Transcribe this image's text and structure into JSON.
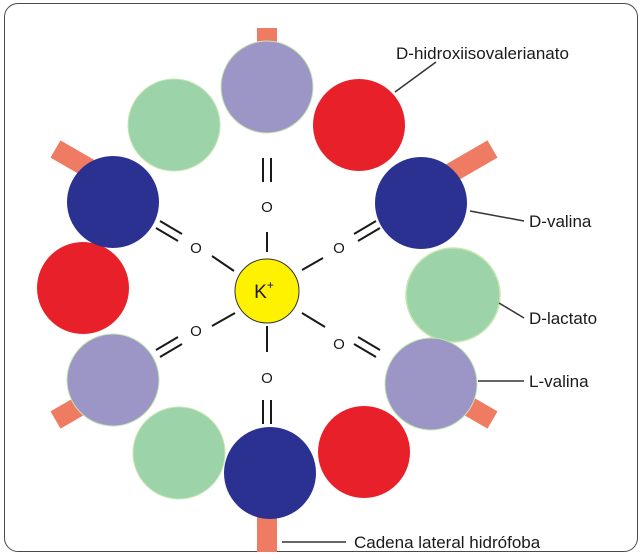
{
  "colors": {
    "red_unit": "#e8202a",
    "navy_unit": "#2b3191",
    "lavender_unit": "#9c96c7",
    "green_unit": "#9dd3a8",
    "side_chain": "#ef7b62",
    "potassium": "#fff200",
    "frame": "#4a4a4a"
  },
  "labels": {
    "hydroxy": "D-hidroxiisovalerianato",
    "d_valine": "D-valina",
    "d_lactate": "D-lactato",
    "l_valine": "L-valina",
    "side_chain": "Cadena lateral hidrófoba"
  },
  "ion": {
    "symbol": "K",
    "charge": "+"
  },
  "oxygen_symbol": "O"
}
